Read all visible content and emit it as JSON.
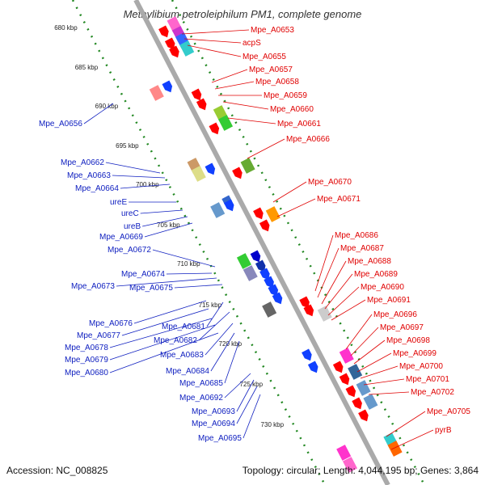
{
  "title": "Methylibium petroleiphilum PM1, complete genome",
  "footer": {
    "accession": "Accession: NC_008825",
    "summary": "Topology: circular; Length: 4,044,195 bp; Genes: 3,864"
  },
  "scale_labels": [
    "680 kbp",
    "685 kbp",
    "690 kbp",
    "695 kbp",
    "700 kbp",
    "705 kbp",
    "710 kbp",
    "715 kbp",
    "720 kbp",
    "725 kbp",
    "730 kbp"
  ],
  "right_labels": [
    "Mpe_A0653",
    "acpS",
    "Mpe_A0655",
    "Mpe_A0657",
    "Mpe_A0658",
    "Mpe_A0659",
    "Mpe_A0660",
    "Mpe_A0661",
    "Mpe_A0666",
    "Mpe_A0670",
    "Mpe_A0671",
    "Mpe_A0686",
    "Mpe_A0687",
    "Mpe_A0688",
    "Mpe_A0689",
    "Mpe_A0690",
    "Mpe_A0691",
    "Mpe_A0696",
    "Mpe_A0697",
    "Mpe_A0698",
    "Mpe_A0699",
    "Mpe_A0700",
    "Mpe_A0701",
    "Mpe_A0702",
    "Mpe_A0705",
    "pyrB"
  ],
  "left_labels": [
    "Mpe_A0656",
    "Mpe_A0662",
    "Mpe_A0663",
    "Mpe_A0664",
    "ureE",
    "ureC",
    "ureB",
    "Mpe_A0669",
    "Mpe_A0672",
    "Mpe_A0674",
    "Mpe_A0673",
    "Mpe_A0675",
    "Mpe_A0676",
    "Mpe_A0681",
    "Mpe_A0677",
    "Mpe_A0682",
    "Mpe_A0678",
    "Mpe_A0679",
    "Mpe_A0683",
    "Mpe_A0680",
    "Mpe_A0684",
    "Mpe_A0685",
    "Mpe_A0692",
    "Mpe_A0693",
    "Mpe_A0694",
    "Mpe_A0695"
  ],
  "colors": {
    "right_label": "#e00000",
    "left_label": "#1020c0",
    "axis": "#999999",
    "scale_dots": "#228822"
  }
}
